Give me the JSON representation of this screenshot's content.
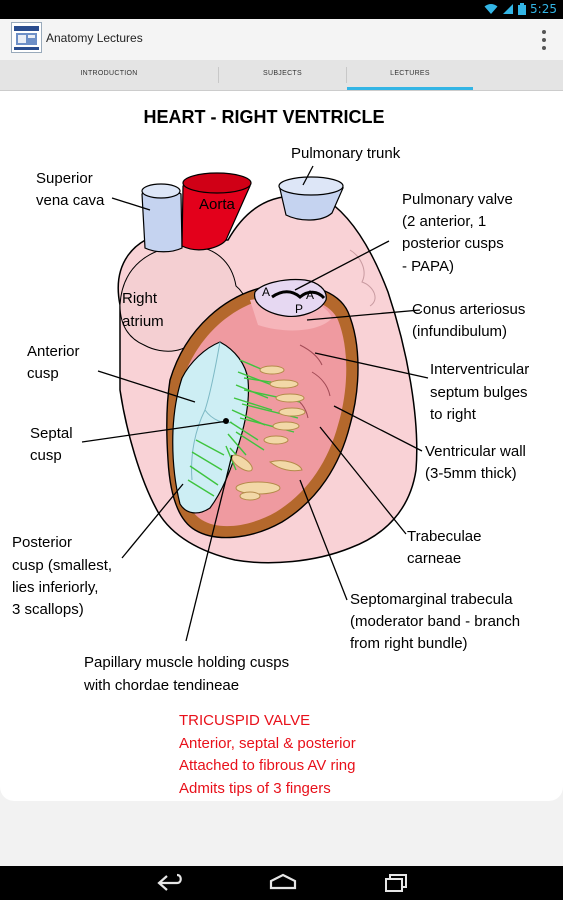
{
  "status_bar": {
    "time": "5:25"
  },
  "app": {
    "title": "Anatomy Lectures"
  },
  "tabs": [
    {
      "label": "INTRODUCTION",
      "active": false
    },
    {
      "label": "SUBJECTS",
      "active": false
    },
    {
      "label": "LECTURES",
      "active": true
    }
  ],
  "diagram": {
    "title": "HEART - RIGHT VENTRICLE",
    "labels": {
      "pulmonary_trunk": "Pulmonary trunk",
      "superior_vena_cava_1": "Superior",
      "superior_vena_cava_2": "vena cava",
      "aorta": "Aorta",
      "right_atrium_1": "Right",
      "right_atrium_2": "atrium",
      "pulmonary_valve_1": "Pulmonary valve",
      "pulmonary_valve_2": "(2 anterior, 1",
      "pulmonary_valve_3": "posterior cusps",
      "pulmonary_valve_4": "- PAPA)",
      "valve_a1": "A",
      "valve_a2": "A",
      "valve_p": "P",
      "conus_1": "Conus arteriosus",
      "conus_2": "(infundibulum)",
      "anterior_cusp_1": "Anterior",
      "anterior_cusp_2": "cusp",
      "interventricular_1": "Interventricular",
      "interventricular_2": "septum bulges",
      "interventricular_3": "to right",
      "septal_cusp_1": "Septal",
      "septal_cusp_2": "cusp",
      "ventricular_wall_1": "Ventricular wall",
      "ventricular_wall_2": "(3-5mm thick)",
      "trabeculae_1": "Trabeculae",
      "trabeculae_2": "carneae",
      "posterior_cusp_1": "Posterior",
      "posterior_cusp_2": "cusp (smallest,",
      "posterior_cusp_3": "lies inferiorly,",
      "posterior_cusp_4": "3 scallops)",
      "septomarginal_1": "Septomarginal trabecula",
      "septomarginal_2": "(moderator band - branch",
      "septomarginal_3": "from right bundle)",
      "papillary_1": "Papillary muscle holding cusps",
      "papillary_2": "with chordae tendineae"
    },
    "notes": [
      "TRICUSPID VALVE",
      "Anterior, septal & posterior",
      "Attached to fibrous AV ring",
      "Admits tips of 3 fingers"
    ],
    "colors": {
      "heart_fill": "#f9d2d6",
      "ventricle_fill": "#ef9aa0",
      "wall": "#b4682c",
      "valve_fill": "#cdeef4",
      "aorta": "#e3001b",
      "vessel": "#c5d3f0",
      "chordae": "#3ec43e",
      "note_red": "#e8101a"
    }
  }
}
